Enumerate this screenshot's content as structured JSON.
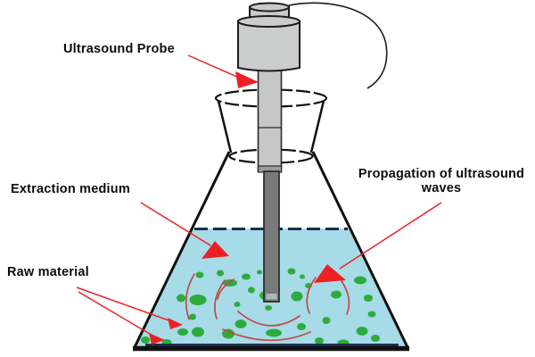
{
  "figure": {
    "labels": {
      "ultrasound_probe": "Ultrasound Probe",
      "extraction_medium": "Extraction medium",
      "raw_material": "Raw material",
      "propagation": "Propagation of ultrasound waves"
    },
    "colors": {
      "annotation_red": "#ed2024",
      "liquid_blue": "#a7dbe8",
      "particle_green": "#2eab3d",
      "wave_red": "#bf4a44",
      "probe_gray": "#cbcdcd",
      "horn_gray": "#77797b",
      "outline_black": "#111111",
      "surface_navy": "#1b2f4e"
    }
  }
}
